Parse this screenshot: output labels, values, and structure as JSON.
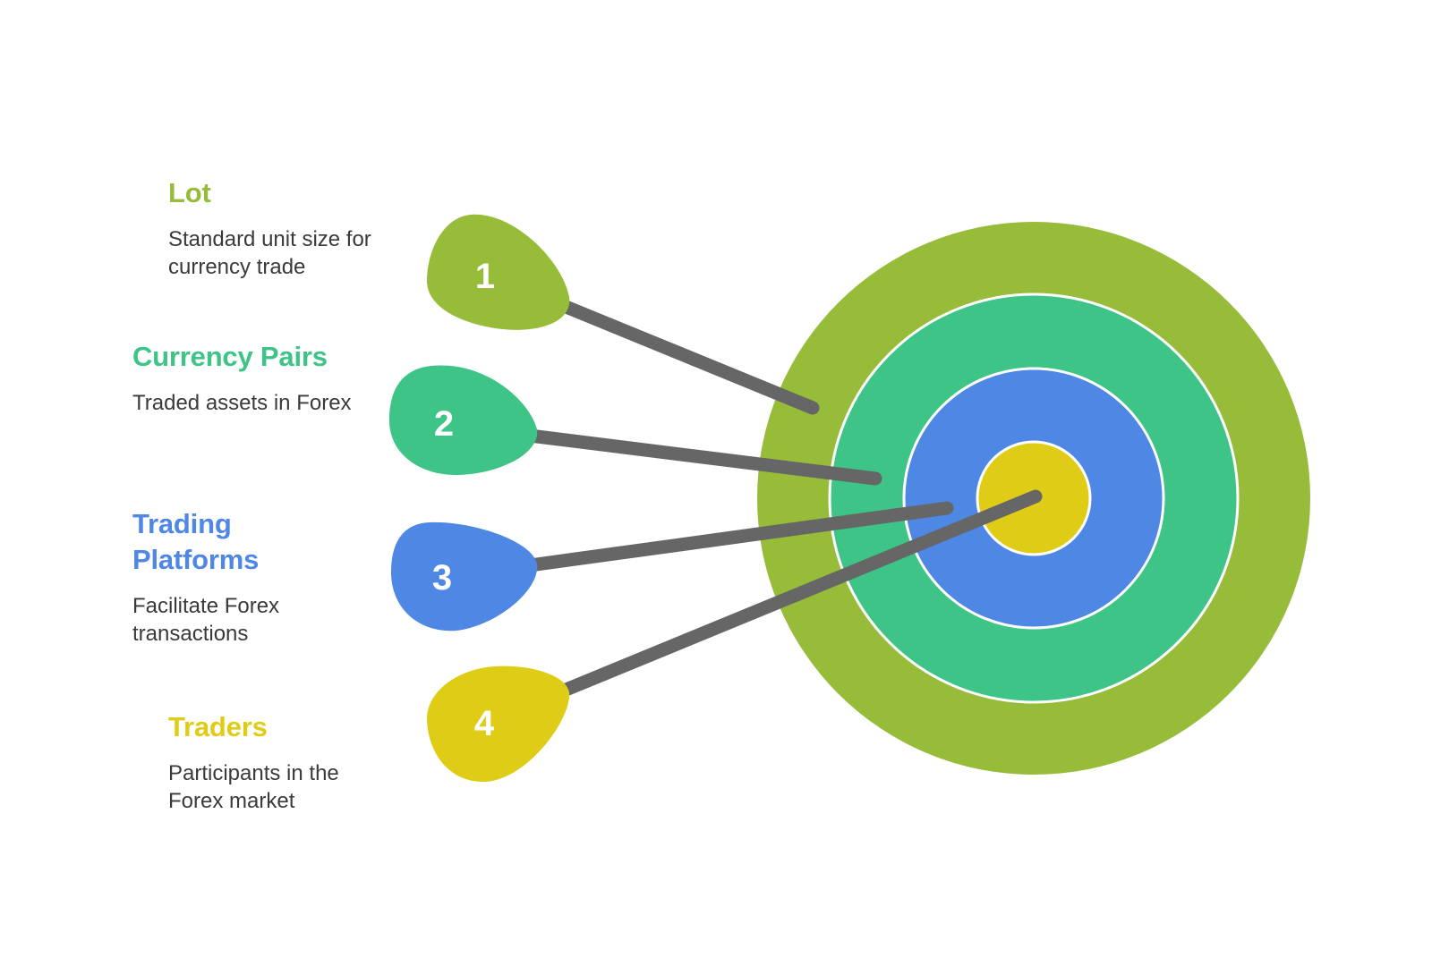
{
  "colors": {
    "green": "#96BC3A",
    "teal": "#3EC486",
    "blue": "#4E87E4",
    "yellow": "#DFCC16",
    "arrow": "#666666"
  },
  "items": [
    {
      "number": "1",
      "title": "Lot",
      "description": "Standard unit size for currency trade",
      "color": "#96BC3A"
    },
    {
      "number": "2",
      "title": "Currency Pairs",
      "description": "Traded assets in Forex",
      "color": "#3EC486"
    },
    {
      "number": "3",
      "title": "Trading Platforms",
      "description": "Facilitate Forex transactions",
      "color": "#4E87E4"
    },
    {
      "number": "4",
      "title": "Traders",
      "description": "Participants in the Forex market",
      "color": "#DFCC16"
    }
  ]
}
